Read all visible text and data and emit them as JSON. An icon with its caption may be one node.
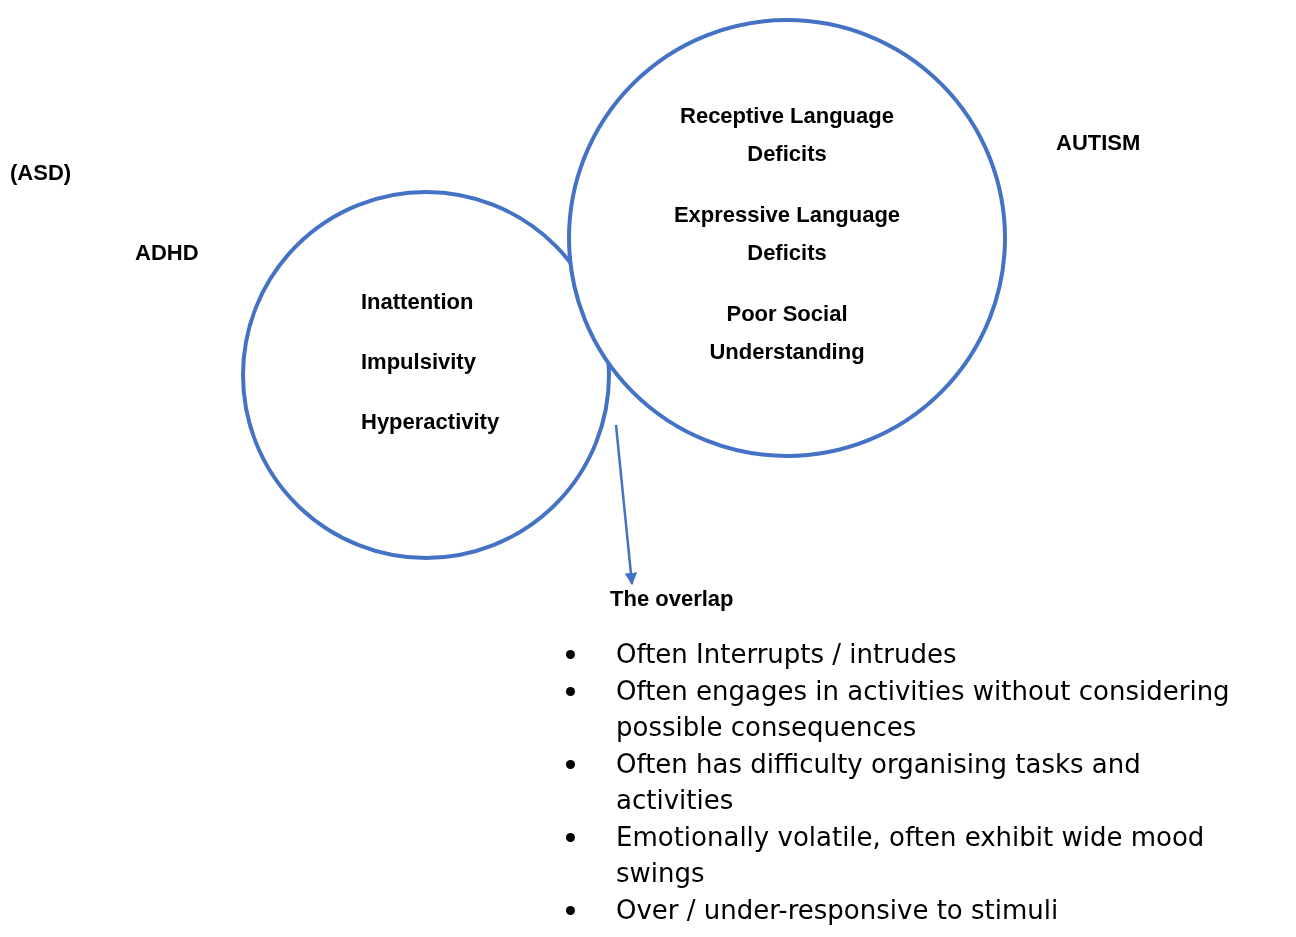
{
  "diagram": {
    "nodes": [
      {
        "text": [
          "Inattention",
          "Impulsivity",
          "Hyperactivity"
        ]
      },
      {
        "text": [
          "Receptive Language Deficits",
          "Expressive Language Deficits",
          "Poor Social Understanding"
        ]
      },
      {
        "text": [
          "The overlap"
        ]
      }
    ],
    "edges": [
      {
        "from": 1,
        "to": 2,
        "arrow": "to"
      }
    ],
    "labels": [
      "AUTISM",
      "(ASD)",
      "ADHD",
      "Often Interrupts / intrudes",
      "Often engages in activities without considering possible consequences",
      "Often has difficulty organising tasks and activities",
      "Emotionally volatile, often exhibit wide mood swings",
      "Over / under-responsive to stimuli"
    ]
  }
}
